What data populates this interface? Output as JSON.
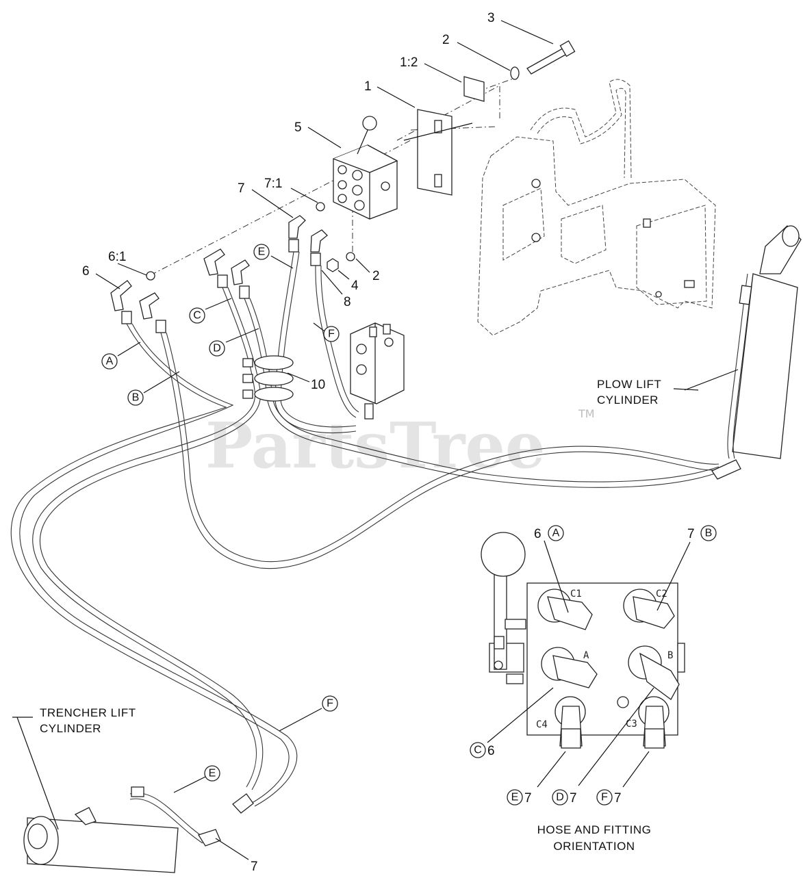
{
  "watermark": {
    "text": "PartsTree",
    "trademark": "TM"
  },
  "callouts": {
    "p1": "1",
    "p1_2": "1:2",
    "p2a": "2",
    "p2b": "2",
    "p3": "3",
    "p4": "4",
    "p5": "5",
    "p6": "6",
    "p6_1": "6:1",
    "p7a": "7",
    "p7_1": "7:1",
    "p8": "8",
    "p10": "10",
    "p7b": "7"
  },
  "hose_markers": {
    "a": "A",
    "b": "B",
    "c": "C",
    "d": "D",
    "e": "E",
    "f": "F",
    "f_lower": "F",
    "e_lower": "E"
  },
  "labels": {
    "plow_l1": "PLOW LIFT",
    "plow_l2": "CYLINDER",
    "trencher_l1": "TRENCHER LIFT",
    "trencher_l2": "CYLINDER"
  },
  "inset": {
    "title_l1": "HOSE AND FITTING",
    "title_l2": "ORIENTATION",
    "ports": {
      "c1": "C1",
      "c2": "C2",
      "a": "A",
      "b": "B",
      "c3": "C3",
      "c4": "C4"
    },
    "refs": {
      "top_left_num": "6",
      "top_left_letter": "A",
      "top_right_num": "7",
      "top_right_letter": "B",
      "mid_left_letter": "C",
      "mid_left_num": "6",
      "e_letter": "E",
      "e_num": "7",
      "d_letter": "D",
      "d_num": "7",
      "f_letter": "F",
      "f_num": "7"
    }
  }
}
